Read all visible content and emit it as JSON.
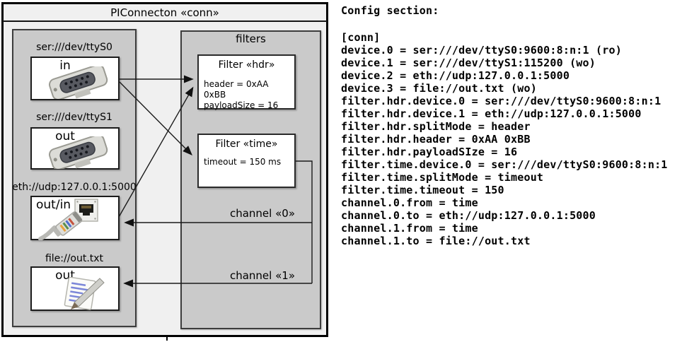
{
  "diagram": {
    "title": "PIConnecton «conn»",
    "filters_group_label": "filters",
    "devices": [
      {
        "label": "ser:///dev/ttyS0",
        "port": "in",
        "icon": "serial-connector"
      },
      {
        "label": "ser:///dev/ttyS1",
        "port": "out",
        "icon": "serial-connector"
      },
      {
        "label": "eth://udp:127.0.0.1:5000",
        "port": "out/in",
        "icon": "ethernet-connector"
      },
      {
        "label": "file://out.txt",
        "port": "out",
        "icon": "notepad"
      }
    ],
    "filters": [
      {
        "title": "Filter «hdr»",
        "params": [
          "header = 0xAA 0xBB",
          "payloadSize = 16"
        ]
      },
      {
        "title": "Filter «time»",
        "params": [
          "timeout = 150 ms"
        ]
      }
    ],
    "channels": [
      {
        "label": "channel «0»"
      },
      {
        "label": "channel «1»"
      }
    ]
  },
  "config": {
    "heading": "Config section:",
    "lines": [
      "[conn]",
      "device.0 = ser:///dev/ttyS0:9600:8:n:1 (ro)",
      "device.1 = ser:///dev/ttyS1:115200 (wo)",
      "device.2 = eth://udp:127.0.0.1:5000",
      "device.3 = file://out.txt (wo)",
      "filter.hdr.device.0 = ser:///dev/ttyS0:9600:8:n:1",
      "filter.hdr.device.1 = eth://udp:127.0.0.1:5000",
      "filter.hdr.splitMode = header",
      "filter.hdr.header = 0xAA 0xBB",
      "filter.hdr.payloadSIze = 16",
      "filter.time.device.0 = ser:///dev/ttyS0:9600:8:n:1",
      "filter.time.splitMode = timeout",
      "filter.time.timeout = 150",
      "channel.0.from = time",
      "channel.0.to = eth://udp:127.0.0.1:5000",
      "channel.1.from = time",
      "channel.1.to = file://out.txt"
    ]
  },
  "colors": {
    "group_fill": "#cacaca",
    "diagram_bg": "#f0f0f0",
    "line": "#1a1a1a"
  }
}
